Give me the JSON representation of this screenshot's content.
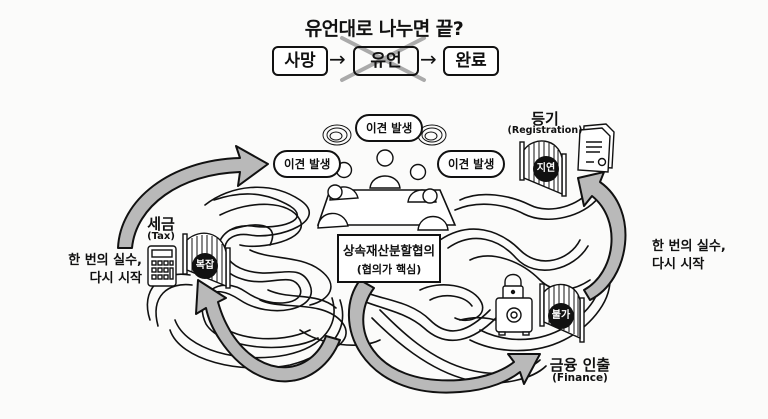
{
  "title": "유언대로 나누면 끝?",
  "flow": {
    "steps": [
      "사망",
      "유언",
      "완료"
    ],
    "arrow": "→",
    "crossed_step": "유언"
  },
  "meeting": {
    "bubbles": [
      "이견 발생",
      "이견 발생",
      "이견 발생"
    ]
  },
  "center": {
    "title": "상속재산분할협의",
    "subtitle": "(협의가 핵심)"
  },
  "tax": {
    "title": "세금",
    "subtitle": "(Tax)",
    "badge": "복잡"
  },
  "registration": {
    "title": "등기",
    "subtitle": "(Registration)",
    "badge": "지연"
  },
  "finance": {
    "title": "금융 인출",
    "subtitle": "(Finance)",
    "badge": "불가"
  },
  "notes": {
    "left": [
      "한 번의 실수,",
      "다시 시작"
    ],
    "right": [
      "한 번의 실수,",
      "다시 시작"
    ]
  },
  "colors": {
    "ink": "#111111",
    "arrow_fill": "#b9b9b9",
    "background": "#fbfbfa"
  }
}
